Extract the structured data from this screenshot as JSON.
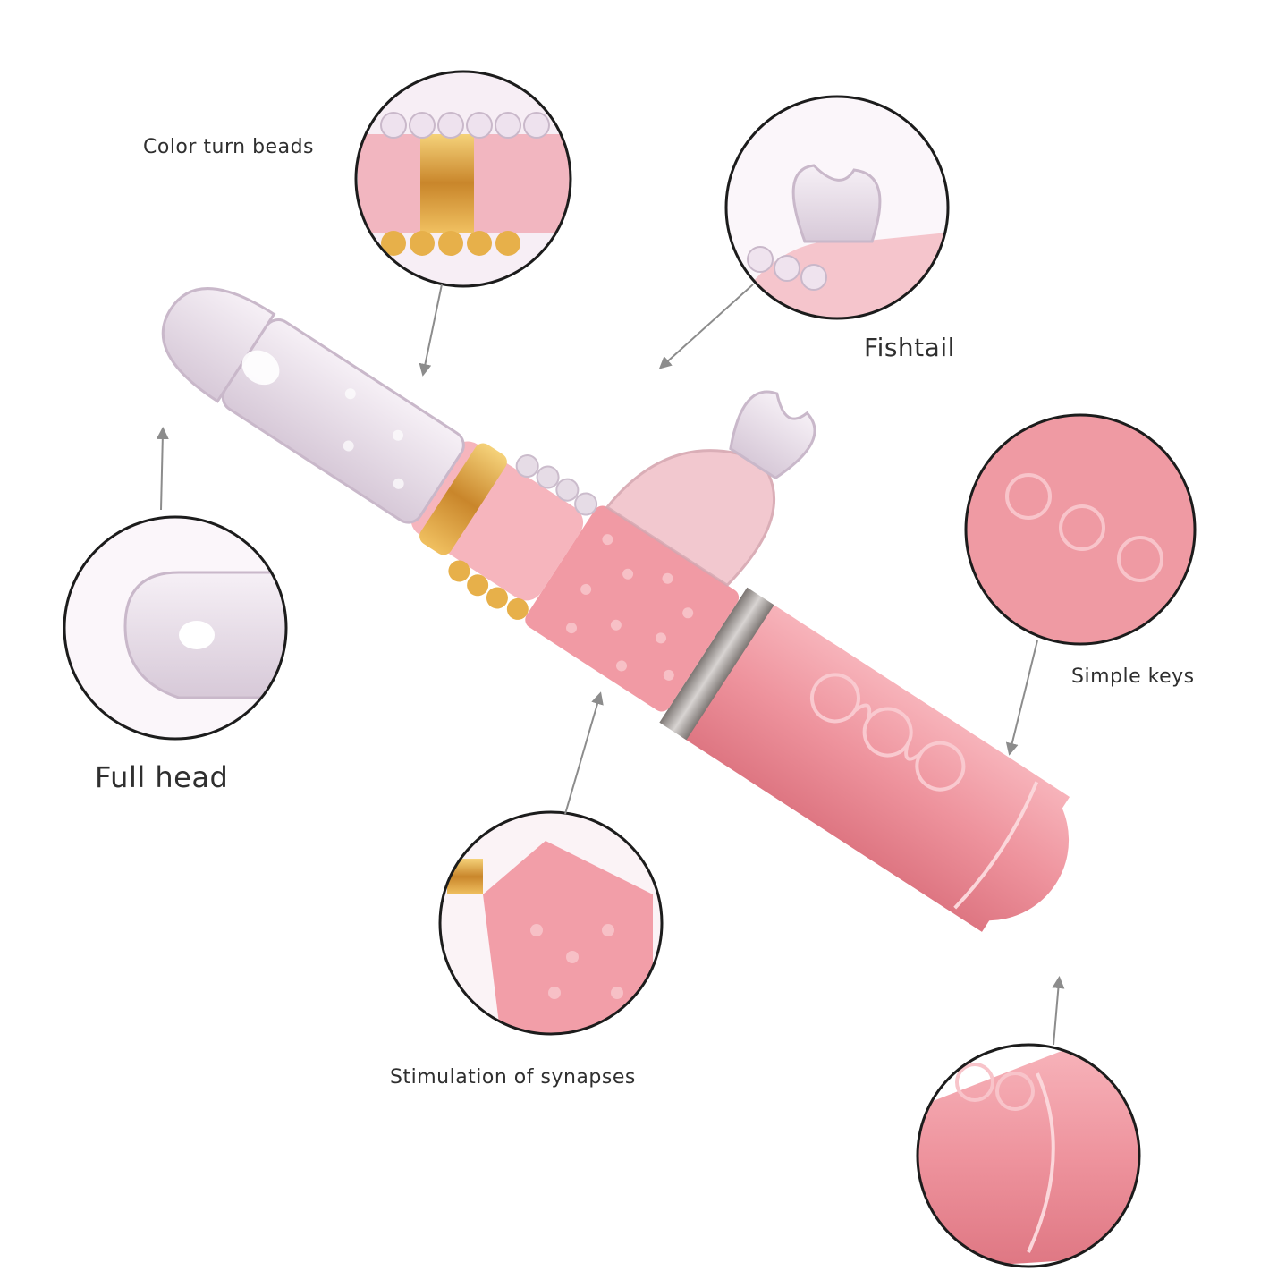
{
  "callouts": {
    "color_turn_beads": "Color turn beads",
    "fishtail": "Fishtail",
    "simple_keys": "Simple keys",
    "full_head": "Full head",
    "stimulation": "Stimulation of synapses"
  },
  "colors": {
    "body_pink": "#ec8f98",
    "shaft_pink": "#f3a1aa",
    "clear_jelly": "#efe6ee",
    "gold_beads": "#d9a13b",
    "metal_ring": "#a7a3a1",
    "circle_border": "#1c1c1c",
    "arrow": "#8c8c8c"
  }
}
